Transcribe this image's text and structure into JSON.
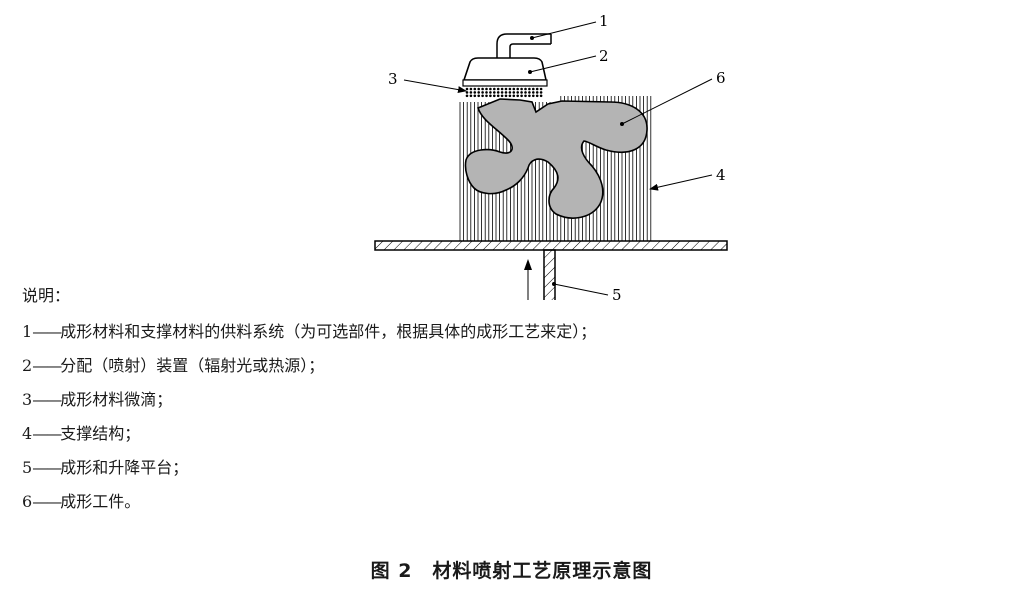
{
  "diagram": {
    "callouts": [
      {
        "id": "1",
        "text": "1"
      },
      {
        "id": "2",
        "text": "2"
      },
      {
        "id": "3",
        "text": "3"
      },
      {
        "id": "4",
        "text": "4"
      },
      {
        "id": "5",
        "text": "5"
      },
      {
        "id": "6",
        "text": "6"
      }
    ]
  },
  "legend": {
    "heading": "说明：",
    "dash": "——",
    "items": [
      {
        "num": "1",
        "text": "成形材料和支撑材料的供料系统（为可选部件，根据具体的成形工艺来定）；"
      },
      {
        "num": "2",
        "text": "分配（喷射）装置（辐射光或热源）；"
      },
      {
        "num": "3",
        "text": "成形材料微滴；"
      },
      {
        "num": "4",
        "text": "支撑结构；"
      },
      {
        "num": "5",
        "text": "成形和升降平台；"
      },
      {
        "num": "6",
        "text": "成形工件。"
      }
    ]
  },
  "caption": "图 2　材料喷射工艺原理示意图",
  "colors": {
    "part_fill": "#b4b4b4",
    "line": "#000000",
    "background": "#ffffff"
  }
}
